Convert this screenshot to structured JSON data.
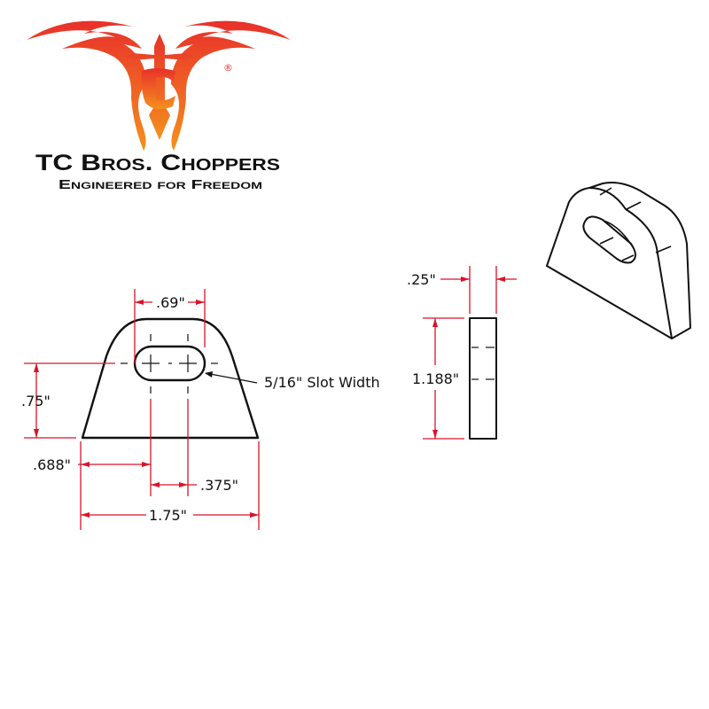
{
  "logo": {
    "brand_name": "TC Bros. Choppers",
    "tagline": "Engineered for Freedom",
    "registered_mark": "®",
    "colors": {
      "top": "#e8302a",
      "bottom": "#f07a1e"
    }
  },
  "front_view": {
    "slot_spacing": ".69\"",
    "height_to_slot_center": ".75\"",
    "edge_to_slot_center": ".688\"",
    "slot_center_distance": ".375\"",
    "base_width": "1.75\"",
    "slot_callout": "5/16\" Slot Width"
  },
  "side_view": {
    "thickness": ".25\"",
    "height": "1.188\""
  },
  "colors": {
    "dimension": "#d9132a",
    "outline": "#111111"
  }
}
